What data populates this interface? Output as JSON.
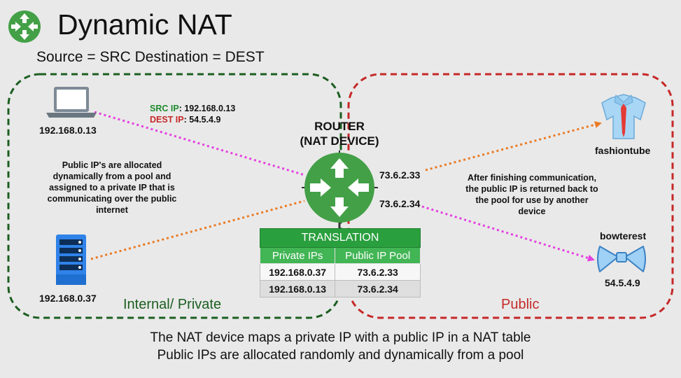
{
  "title": "Dynamic NAT",
  "subtitle": "Source = SRC  Destination = DEST",
  "packet": {
    "src_label": "SRC IP",
    "src_value": ": 192.168.0.13",
    "dest_label": "DEST IP",
    "dest_value": ": 54.5.4.9"
  },
  "laptop": {
    "ip": "192.168.0.13"
  },
  "server": {
    "ip": "192.168.0.37"
  },
  "router": {
    "line1": "ROUTER",
    "line2": "(NAT DEVICE)"
  },
  "public_ips": {
    "top": "73.6.2.33",
    "bottom": "73.6.2.34"
  },
  "notes": {
    "left": [
      "Public IP's are allocated",
      "dynamically from a pool and",
      "assigned to a private IP that is",
      "communicating over the public",
      "internet"
    ],
    "right": [
      "After finishing communication,",
      "the public IP is returned back to",
      "the pool for use by another",
      "device"
    ]
  },
  "zones": {
    "private": "Internal/ Private",
    "public": "Public"
  },
  "destinations": {
    "fashiontube": {
      "name": "fashiontube"
    },
    "bowterest": {
      "name": "bowterest",
      "ip": "54.5.4.9"
    }
  },
  "translation_table": {
    "caption": "TRANSLATION",
    "headers": [
      "Private IPs",
      "Public IP Pool"
    ],
    "rows": [
      [
        "192.168.0.37",
        "73.6.2.33"
      ],
      [
        "192.168.0.13",
        "73.6.2.34"
      ]
    ]
  },
  "footer": [
    "The NAT device maps a private IP with a public IP in a NAT table",
    "Public IPs are allocated randomly and dynamically from a pool"
  ],
  "colors": {
    "private_zone": "#1b5e20",
    "public_zone": "#c62828",
    "router": "#43a047",
    "magenta_arrow": "#e63fe0",
    "orange_arrow": "#ea7a23",
    "src_label": "#1e8a2e",
    "dest_label": "#c62828",
    "table_header": "#2a9f3e"
  }
}
